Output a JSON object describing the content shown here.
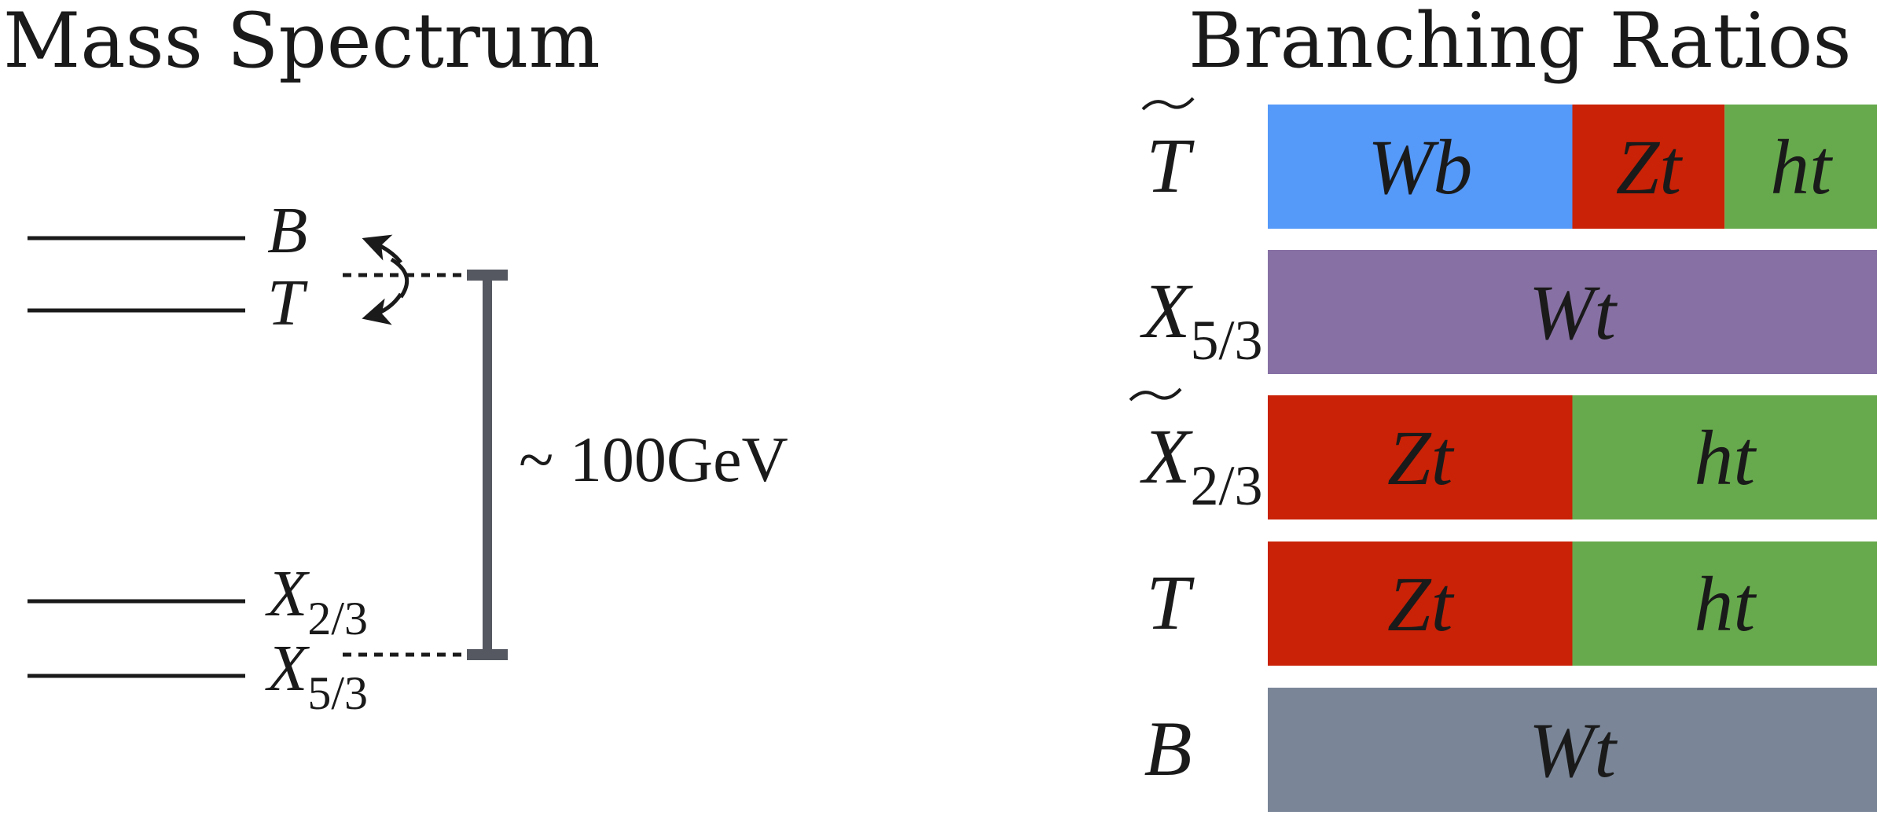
{
  "headings": {
    "left": "Mass Spectrum",
    "right": "Branching Ratios"
  },
  "mass_spectrum": {
    "levels": [
      {
        "name": "B",
        "sub": ""
      },
      {
        "name": "T",
        "sub": ""
      },
      {
        "name": "X",
        "sub": "2/3"
      },
      {
        "name": "X",
        "sub": "5/3"
      }
    ],
    "gap_label": "~ 100GeV",
    "colors": {
      "line": "#1a1a1a",
      "bracket": "#555860"
    }
  },
  "branching_ratios": {
    "rows": [
      {
        "label": "T",
        "sub": "",
        "tilde": true,
        "segments": [
          {
            "label": "Wb",
            "fraction": 0.5,
            "color": "#5599f9"
          },
          {
            "label": "Zt",
            "fraction": 0.25,
            "color": "#c92206"
          },
          {
            "label": "ht",
            "fraction": 0.25,
            "color": "#67aa4d"
          }
        ]
      },
      {
        "label": "X",
        "sub": "5/3",
        "tilde": false,
        "segments": [
          {
            "label": "Wt",
            "fraction": 1.0,
            "color": "#8771a4"
          }
        ]
      },
      {
        "label": "X",
        "sub": "2/3",
        "tilde": true,
        "segments": [
          {
            "label": "Zt",
            "fraction": 0.5,
            "color": "#c92206"
          },
          {
            "label": "ht",
            "fraction": 0.5,
            "color": "#67aa4d"
          }
        ]
      },
      {
        "label": "T",
        "sub": "",
        "tilde": false,
        "segments": [
          {
            "label": "Zt",
            "fraction": 0.5,
            "color": "#c92206"
          },
          {
            "label": "ht",
            "fraction": 0.5,
            "color": "#67aa4d"
          }
        ]
      },
      {
        "label": "B",
        "sub": "",
        "tilde": false,
        "segments": [
          {
            "label": "Wt",
            "fraction": 1.0,
            "color": "#7a8698"
          }
        ]
      }
    ]
  }
}
